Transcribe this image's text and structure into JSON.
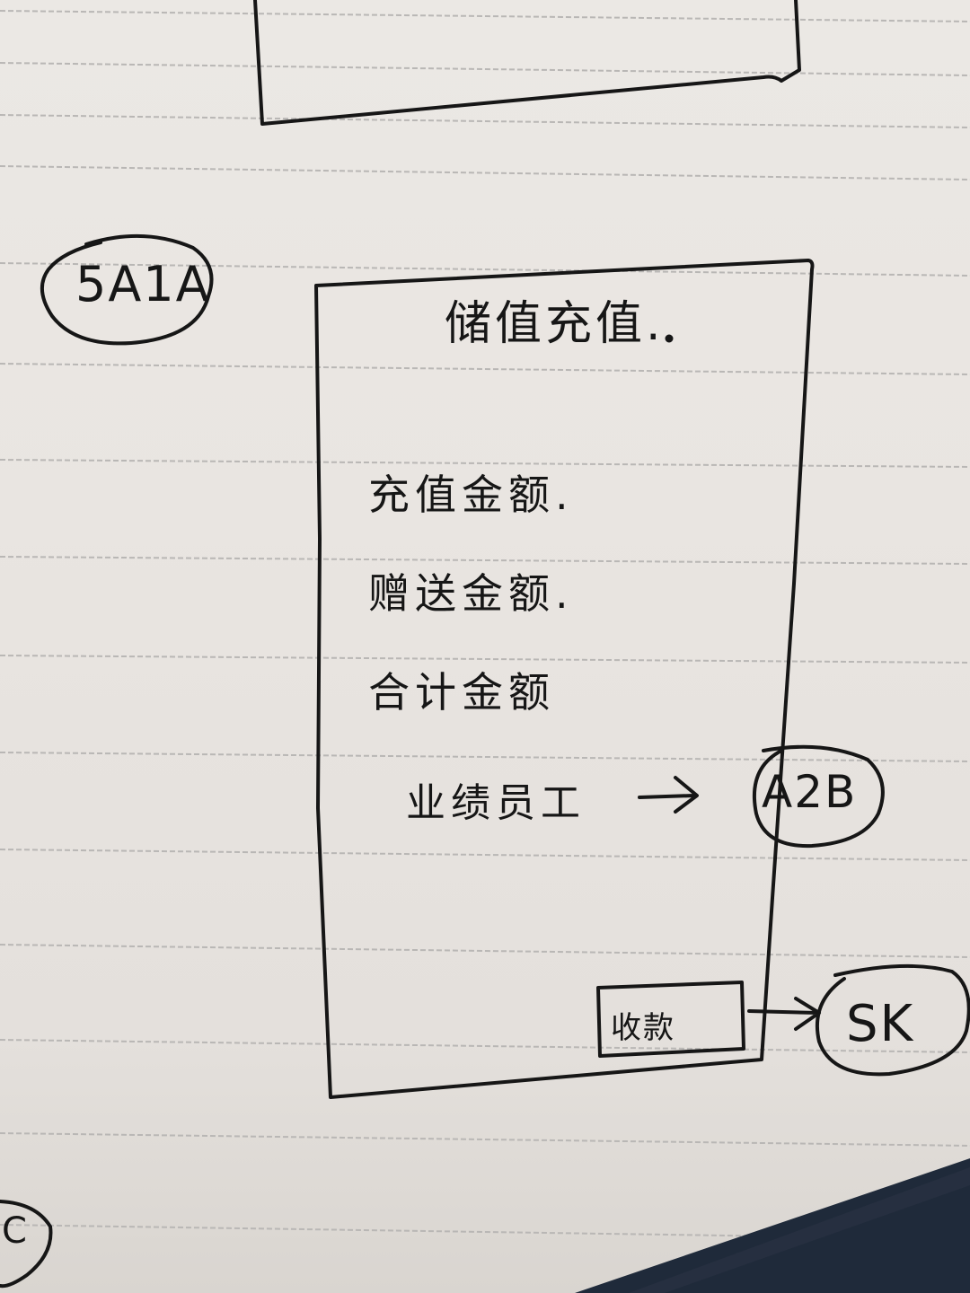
{
  "page_title": "储值充值.",
  "fields": {
    "recharge_amount": "充值金额.",
    "gift_amount": "赠送金额.",
    "total_amount": "合计金额"
  },
  "staff_link": {
    "label": "业绩员工",
    "target_badge": "A2B"
  },
  "checkout": {
    "button_label": "收款",
    "target_badge": "SK"
  },
  "screen_badge": "5A1A",
  "partial_badge": "C",
  "ink_color": "#161616",
  "paper_color": "#ebe8e4"
}
